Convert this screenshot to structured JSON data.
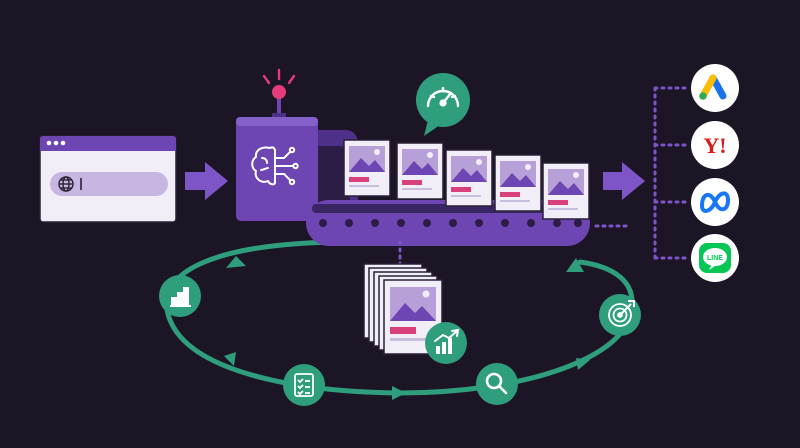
{
  "colors": {
    "background": "#1c1526",
    "machine_purple": "#6d46b3",
    "machine_purple_dark": "#4e3088",
    "flow_green": "#2f9e7c",
    "paper": "#f2eef7",
    "accent_pink": "#d7407a",
    "beacon_pink": "#e43c7b"
  },
  "browser": {
    "address_value": "",
    "icon": "globe-icon"
  },
  "machine": {
    "icon": "ai-brain-icon",
    "speed_badge_icon": "speedometer-icon"
  },
  "belt_items_count_visible": 5,
  "cycle_steps": [
    {
      "icon": "bar-chart-icon"
    },
    {
      "icon": "checklist-icon"
    },
    {
      "icon": "magnifier-icon"
    },
    {
      "icon": "target-icon"
    }
  ],
  "stack_badge_icon": "growth-chart-icon",
  "platforms": [
    {
      "key": "google_ads",
      "icon": "google-ads-logo-icon"
    },
    {
      "key": "yahoo",
      "icon": "yahoo-logo-icon",
      "logo_text": "Y!"
    },
    {
      "key": "meta",
      "icon": "meta-logo-icon"
    },
    {
      "key": "line",
      "icon": "line-logo-icon",
      "logo_text": "LINE"
    }
  ]
}
